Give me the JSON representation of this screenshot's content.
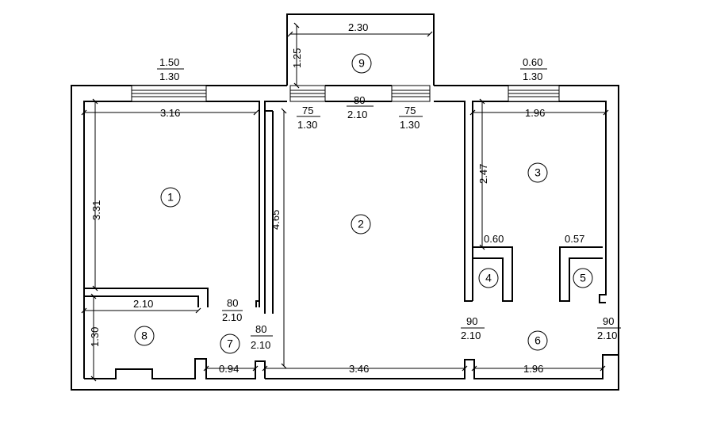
{
  "rooms": [
    "1",
    "2",
    "3",
    "4",
    "5",
    "6",
    "7",
    "8",
    "9"
  ],
  "dims": {
    "balcony_width": "2.30",
    "balcony_depth": "1.25",
    "window_left_w": "1.50",
    "window_left_h": "1.30",
    "window_right_w": "0.60",
    "window_right_h": "1.30",
    "balcony_win_left_w": "75",
    "balcony_win_left_h": "1.30",
    "balcony_door_w": "80",
    "balcony_door_h": "2.10",
    "balcony_win_right_w": "75",
    "balcony_win_right_h": "1.30",
    "room1_width": "3.16",
    "room1_depth": "3.31",
    "room2_depth": "4.65",
    "room3_width": "1.96",
    "room3_depth": "2.47",
    "room4_width": "0.60",
    "room5_width": "0.57",
    "room8_width": "2.10",
    "room8_depth": "1.30",
    "door8_w": "80",
    "door8_h": "2.10",
    "door7_w": "80",
    "door7_h": "2.10",
    "door4_w": "90",
    "door4_h": "2.10",
    "door5_w": "90",
    "door5_h": "2.10",
    "hall_left": "0.94",
    "hall_mid": "3.46",
    "hall_right": "1.96"
  }
}
